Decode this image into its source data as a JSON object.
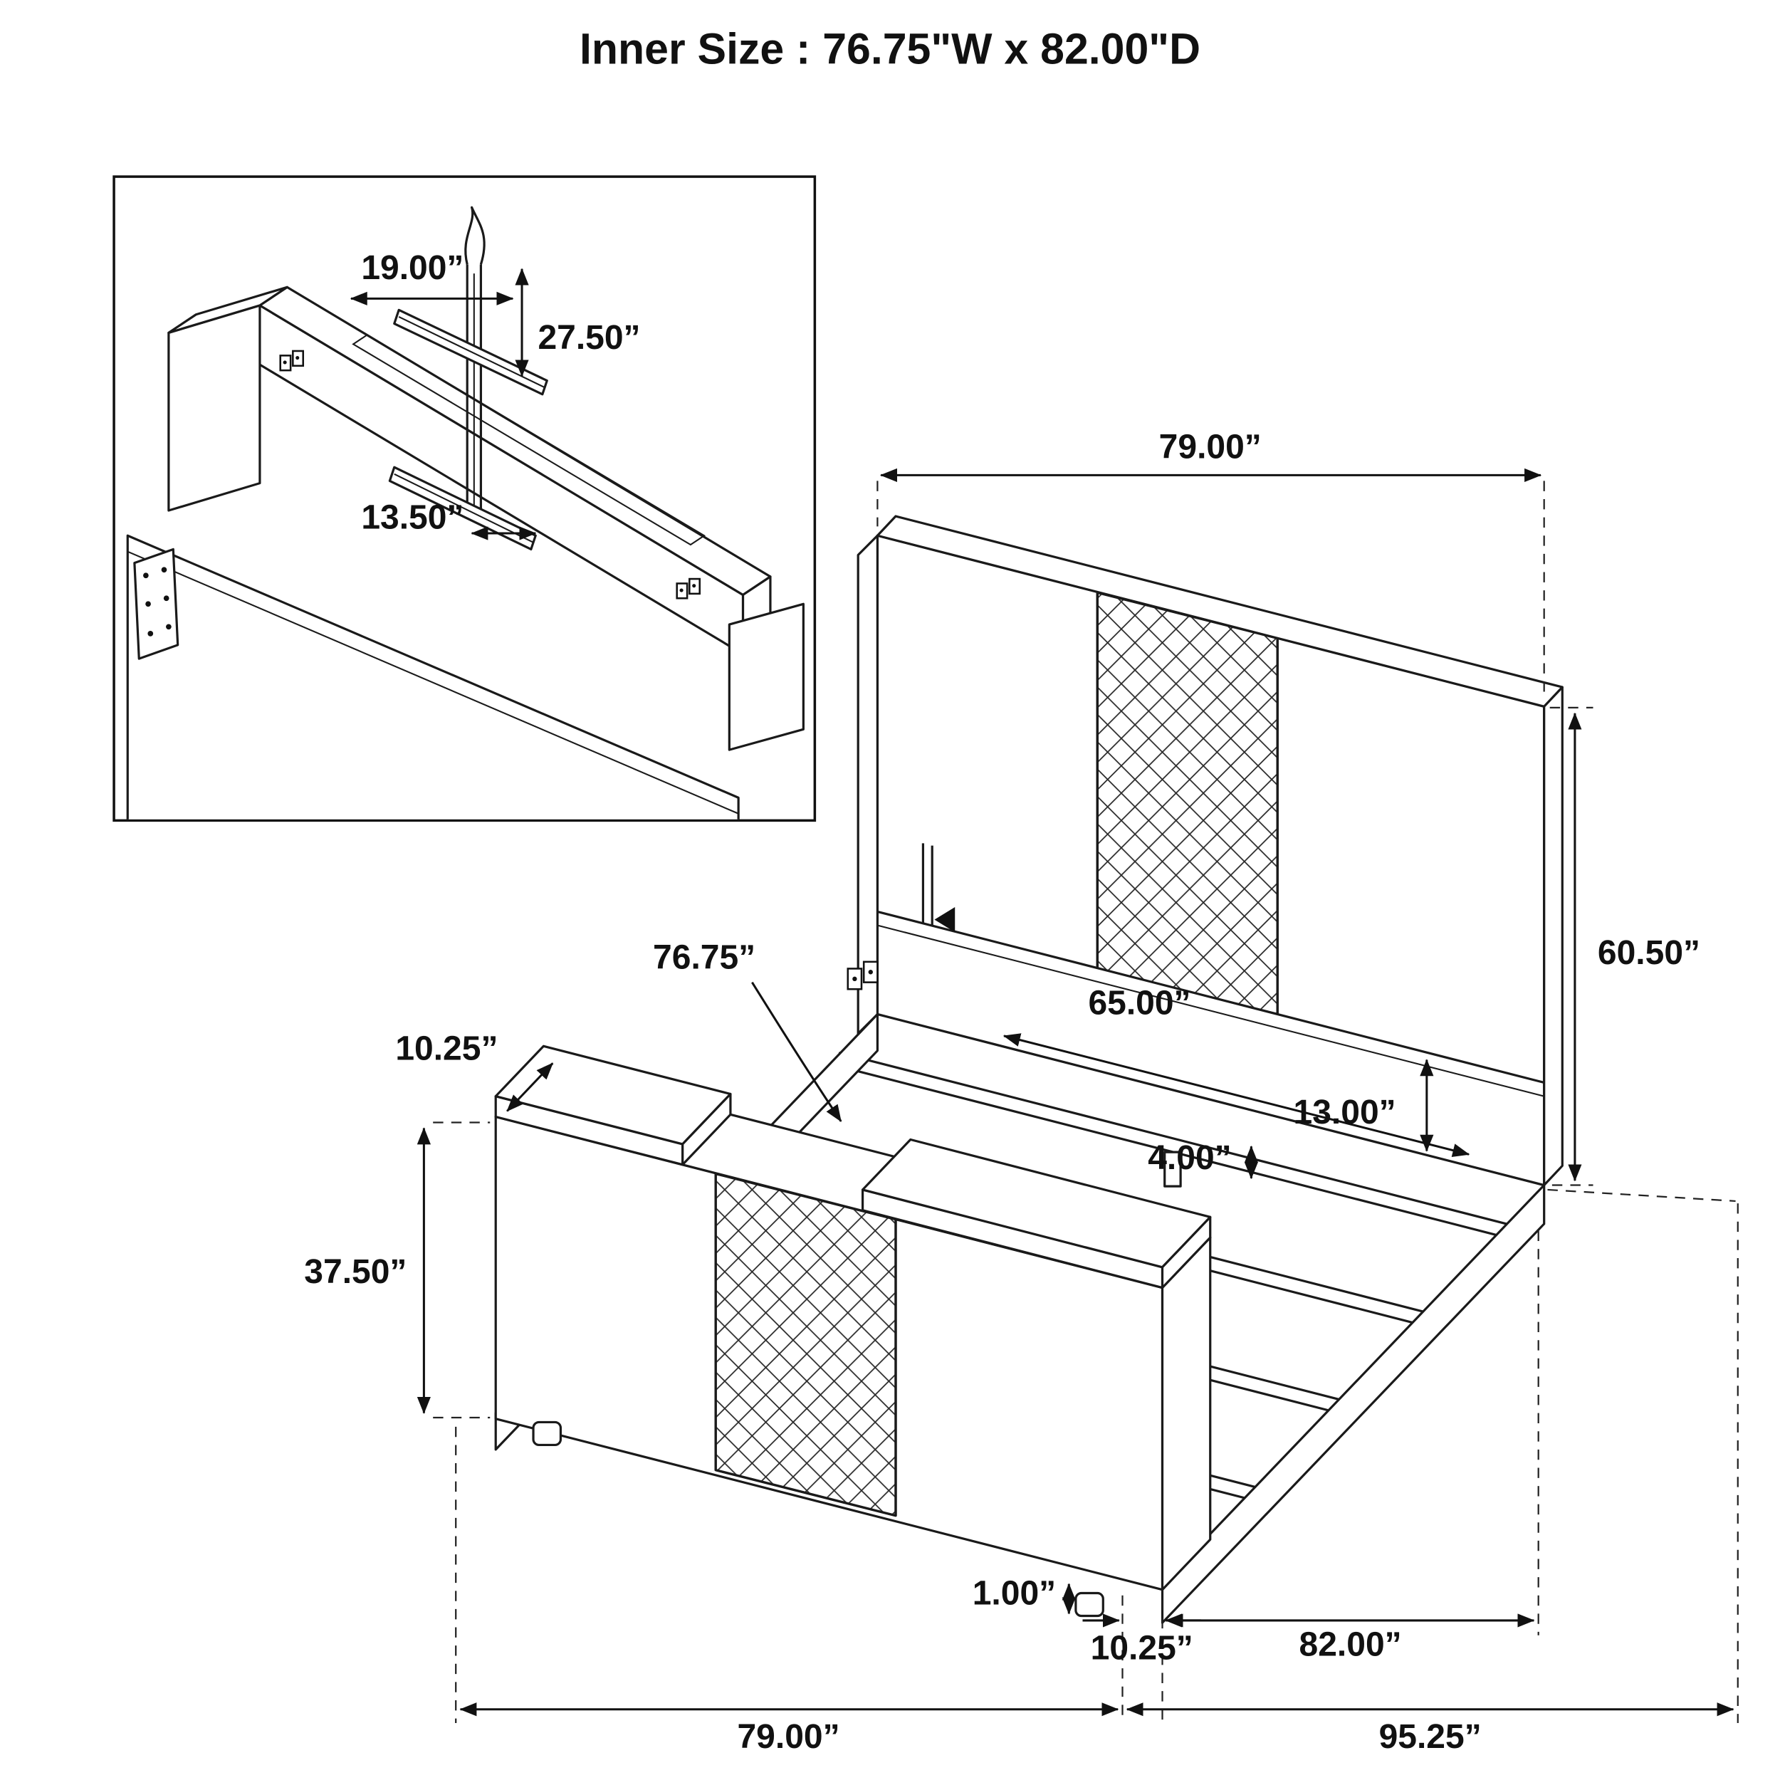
{
  "title": "Inner Size : 76.75\"W x 82.00\"D",
  "inset": {
    "bracket_width": "19.00”",
    "bracket_height": "27.50”",
    "strap_length": "13.50”"
  },
  "main": {
    "headboard_width": "79.00”",
    "headboard_height": "60.50”",
    "inner_rail_width": "65.00”",
    "rail_height": "13.00”",
    "slat_thickness": "4.00”",
    "inner_width": "76.75”",
    "cap_depth": "10.25”",
    "footboard_height": "37.50”",
    "foot_height": "1.00”",
    "footboard_depth": "10.25”",
    "inner_depth": "82.00”",
    "overall_width": "79.00”",
    "overall_length": "95.25”"
  }
}
